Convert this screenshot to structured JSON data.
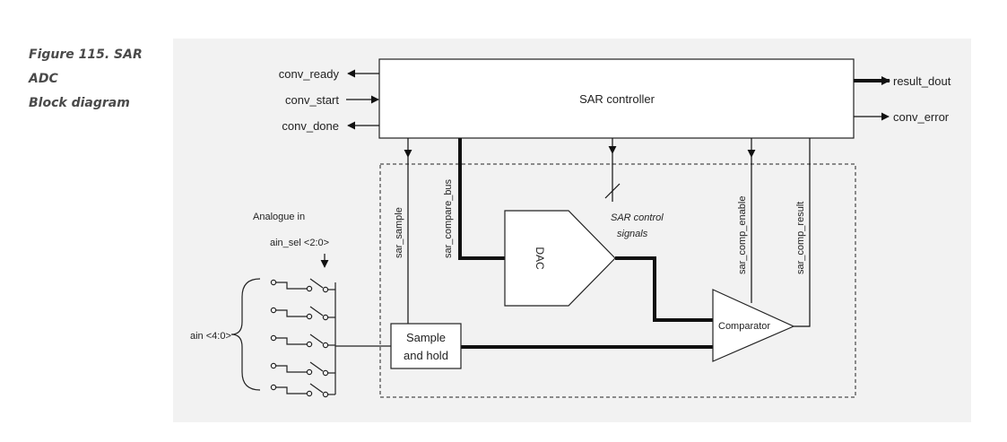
{
  "caption": {
    "line1": "Figure 115. SAR ADC",
    "line2": "Block diagram"
  },
  "diagram": {
    "background_color": "#f2f2f2",
    "controller_label": "SAR controller",
    "io_left": {
      "conv_ready": "conv_ready",
      "conv_start": "conv_start",
      "conv_done": "conv_done"
    },
    "io_right": {
      "result_dout": "result_dout",
      "conv_error": "conv_error"
    },
    "signals": {
      "sar_sample": "sar_sample",
      "sar_compare_bus": "sar_compare_bus",
      "sar_control_1": "SAR control",
      "sar_control_2": "signals",
      "sar_comp_enable": "sar_comp_enable",
      "sar_comp_result": "sar_comp_result"
    },
    "blocks": {
      "dac": "DAC",
      "sample_hold_1": "Sample",
      "sample_hold_2": "and hold",
      "comparator": "Comparator"
    },
    "inputs": {
      "analogue_in": "Analogue in",
      "ain_sel": "ain_sel <2:0>",
      "ain": "ain <4:0>"
    }
  }
}
